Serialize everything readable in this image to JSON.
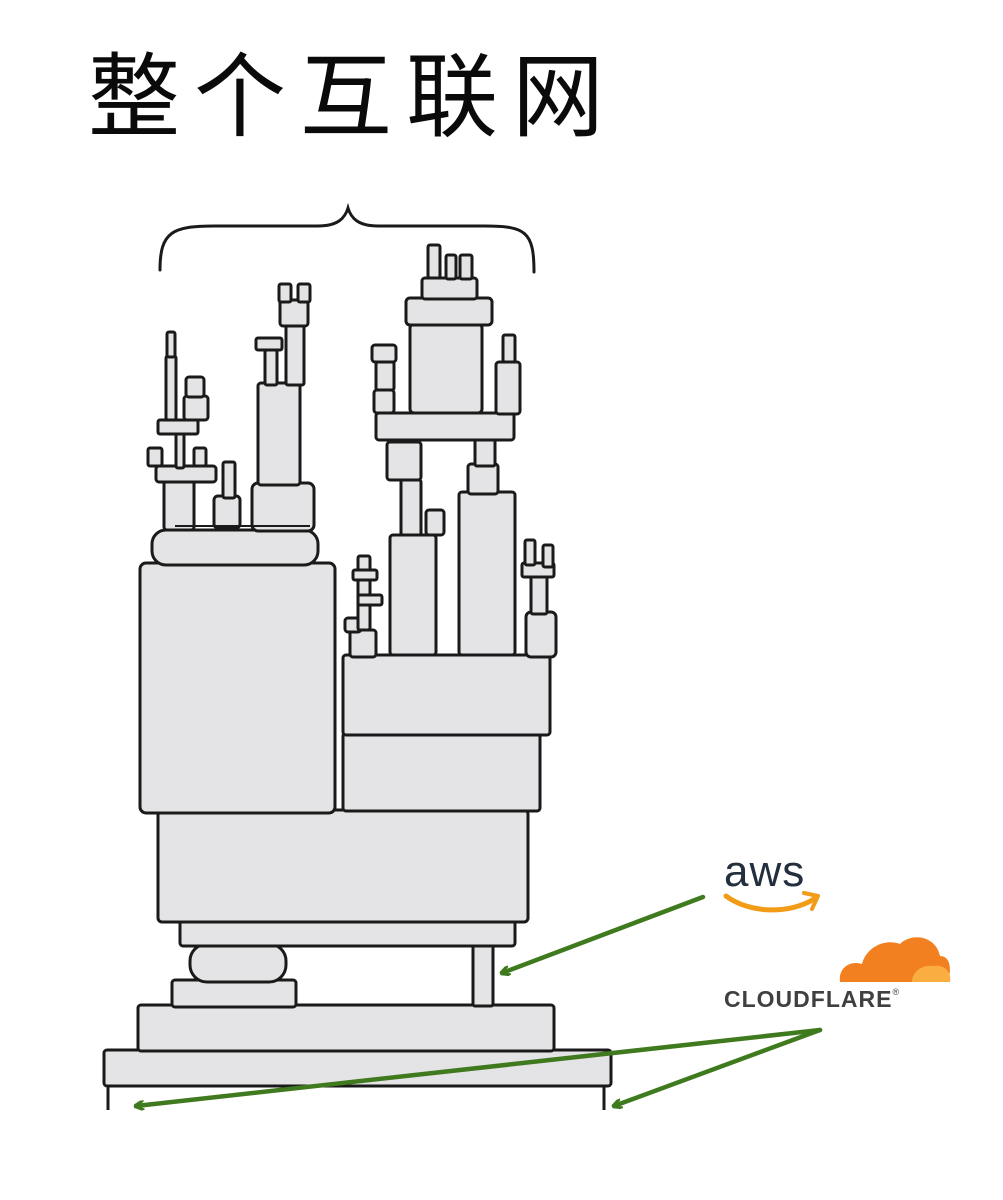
{
  "title": "整个互联网",
  "logos": {
    "aws": {
      "label": "aws",
      "text_color": "#232f3e",
      "accent_color": "#f29b17",
      "icon": "amazon-smile-icon"
    },
    "cloudflare": {
      "label": "CLOUDFLARE",
      "registered": "®",
      "text_color": "#404040",
      "accent_color": "#f38020",
      "accent_color_light": "#faae40",
      "icon": "cloud-icon"
    }
  },
  "colors": {
    "block_fill": "#e4e4e6",
    "ink": "#1a1a1a",
    "arrow": "#3f7a1f"
  }
}
